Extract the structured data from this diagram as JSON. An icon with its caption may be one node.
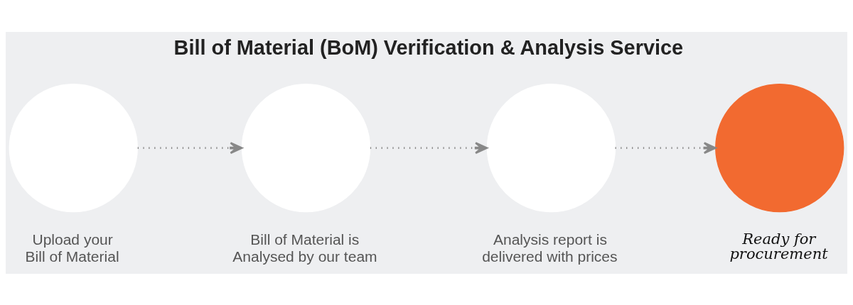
{
  "diagram": {
    "title": "Bill of Material (BoM) Verification & Analysis Service",
    "nodes": [
      {
        "text": [],
        "shape": "circle",
        "beside": [
          "Upload your Bill of Material"
        ]
      },
      {
        "text": [],
        "shape": "circle",
        "beside": [
          "Bill of Material is Analysed by our team"
        ]
      },
      {
        "text": [],
        "shape": "circle",
        "beside": [
          "Analysis report is delivered with prices"
        ]
      },
      {
        "text": [],
        "shape": "circle",
        "beside": [
          "Ready for procurement"
        ]
      }
    ],
    "edges": [
      {
        "from": 0,
        "to": 1,
        "arrow": "to"
      },
      {
        "from": 1,
        "to": 2,
        "arrow": "to"
      },
      {
        "from": 2,
        "to": 3,
        "arrow": "to"
      }
    ]
  }
}
